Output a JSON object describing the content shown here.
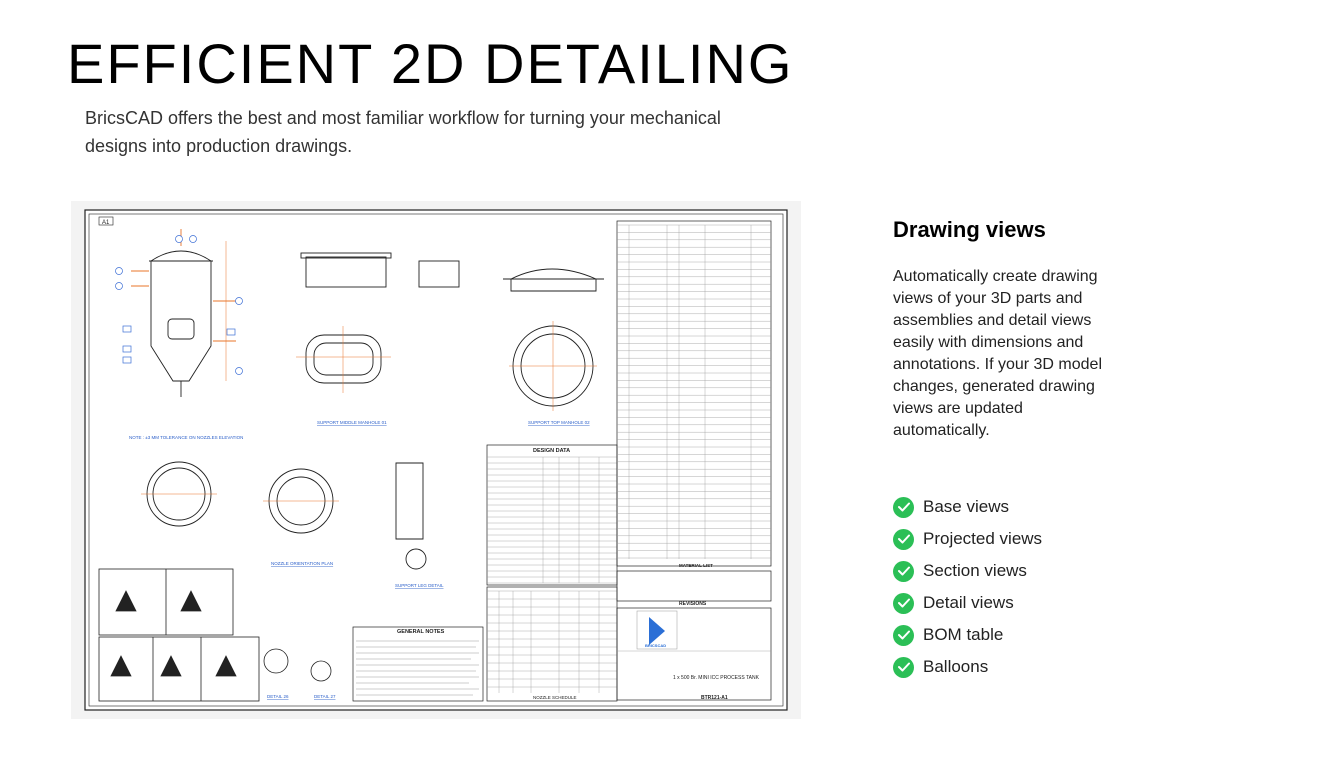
{
  "hero": {
    "title": "EFFICIENT 2D DETAILING",
    "subtitle": "BricsCAD offers the best and most familiar workflow for turning your mechanical designs into production drawings."
  },
  "drawing": {
    "sheet_id": "A1",
    "views": {
      "support_middle_manhole": "SUPPORT MIDDLE MANHOLE 01",
      "support_top_manhole": "SUPPORT TOP MANHOLE 02",
      "nozzle_orientation": "NOZZLE ORIENTATION PLAN",
      "support_leg": "SUPPORT LEG DETAIL",
      "detail_26": "DETAIL 26",
      "detail_27": "DETAIL 27"
    },
    "note": "NOTE : ±3 MM TOLERANCE ON NOZZLES ELEVATION",
    "design_data_title": "DESIGN DATA",
    "general_notes_title": "GENERAL NOTES",
    "nozzle_schedule_title": "NOZZLE SCHEDULE",
    "material_list_title": "MATERIAL LIST",
    "revisions_title": "REVISIONS",
    "title_block": {
      "logo_text": "BRICSCAD",
      "scale_title": "1 x 500  Br.  MINI ICC PROCESS TANK",
      "drawing_no": "BTR121-A1"
    },
    "colors": {
      "line": "#222222",
      "dimension": "#e8742a",
      "balloon": "#3d6fd6",
      "label": "#2b5fc9"
    }
  },
  "panel": {
    "title": "Drawing views",
    "description": "Automatically create drawing views of your 3D parts and assemblies and detail views easily with dimensions and annotations. If your 3D model changes, generated drawing views are updated automatically.",
    "features": [
      "Base views",
      "Projected views",
      "Section views",
      "Detail views",
      "BOM table",
      "Balloons"
    ],
    "check_color": "#2bbf56"
  }
}
